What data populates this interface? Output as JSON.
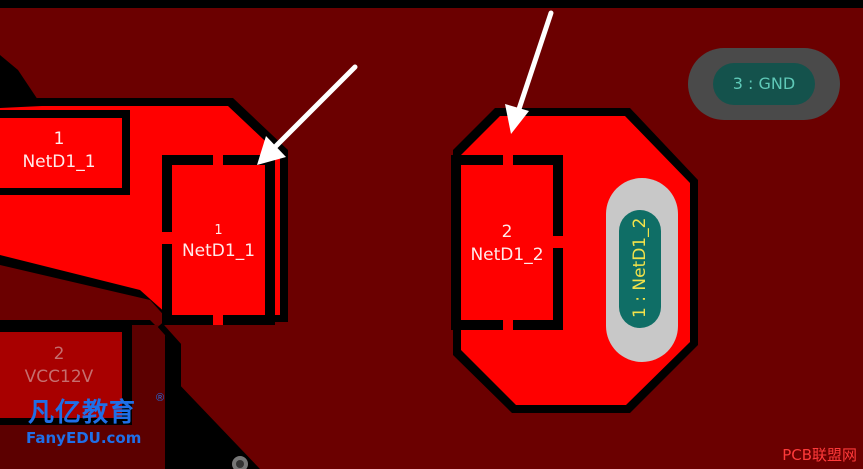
{
  "pads": {
    "left_pad": {
      "number": "1",
      "net": "NetD1_1"
    },
    "center_pad": {
      "number": "1",
      "net": "NetD1_1"
    },
    "right_pad": {
      "number": "2",
      "net": "NetD1_2"
    },
    "lower_pad": {
      "number": "2",
      "net": "VCC12V"
    }
  },
  "slot_pad": {
    "label": "1 : NetD1_2"
  },
  "gnd_pad": {
    "label": "3 : GND"
  },
  "watermarks": {
    "logo_cn": "凡亿教育",
    "logo_reg": "®",
    "logo_en": "FanyEDU.com",
    "site": "PCB联盟网"
  },
  "colors": {
    "board_fill": "#6b0000",
    "copper": "#ff0000",
    "pad_dim": "#a80000",
    "slot_ring": "#c8c8c8",
    "slot_inner": "#0f6e66",
    "gnd_ring": "#4a4a4a",
    "gnd_inner": "#14524c",
    "annotation_arrow": "#ffffff"
  }
}
